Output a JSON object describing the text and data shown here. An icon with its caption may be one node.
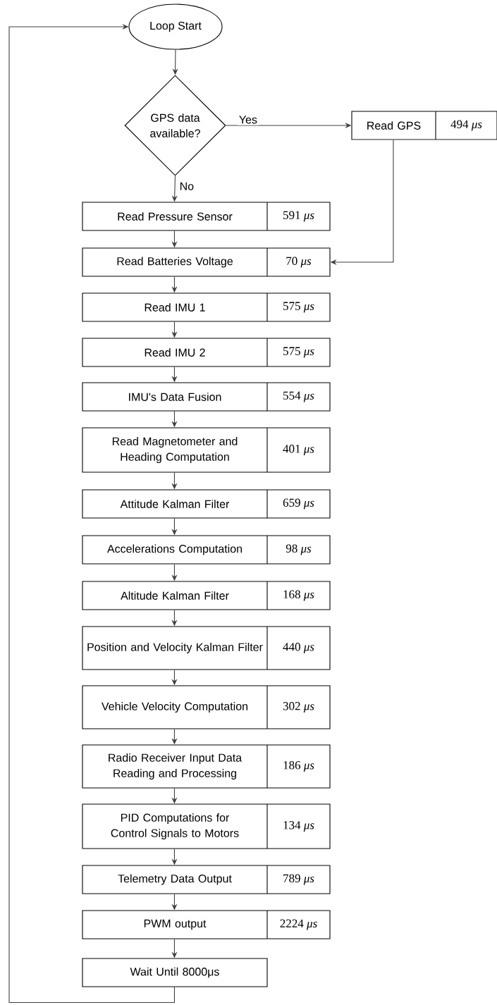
{
  "diagram": {
    "nodes": [
      {
        "text": [
          "Loop Start"
        ]
      },
      {
        "text": [
          "GPS data available?"
        ]
      },
      {
        "text": [
          "Read GPS",
          "494 *μs*"
        ]
      },
      {
        "text": [
          "Read Pressure Sensor",
          "591 *μs*"
        ]
      },
      {
        "text": [
          "Read Batteries Voltage",
          "70 *μs*"
        ]
      },
      {
        "text": [
          "Read IMU 1",
          "575 *μs*"
        ]
      },
      {
        "text": [
          "Read IMU 2",
          "575 *μs*"
        ]
      },
      {
        "text": [
          "IMU's Data Fusion",
          "554 *μs*"
        ]
      },
      {
        "text": [
          "Read Magnetometer and Heading Computation",
          "401 *μs*"
        ]
      },
      {
        "text": [
          "Attitude Kalman Filter",
          "659 *μs*"
        ]
      },
      {
        "text": [
          "Accelerations Computation",
          "98 *μs*"
        ]
      },
      {
        "text": [
          "Altitude Kalman Filter",
          "168 *μs*"
        ]
      },
      {
        "text": [
          "Position and Velocity Kalman Filter",
          "440 *μs*"
        ]
      },
      {
        "text": [
          "Vehicle Velocity Computation",
          "302 *μs*"
        ]
      },
      {
        "text": [
          "Radio Receiver Input Data Reading and Processing",
          "186 *μs*"
        ]
      },
      {
        "text": [
          "PID Computations for Control Signals to Motors",
          "134 *μs*"
        ]
      },
      {
        "text": [
          "Telemetry Data Output",
          "789 *μs*"
        ]
      },
      {
        "text": [
          "PWM output",
          "2224 *μs*"
        ]
      },
      {
        "text": [
          "Wait Until 8000μs"
        ]
      }
    ],
    "edges": [
      {
        "from": 0,
        "to": 1,
        "arrow": "to"
      },
      {
        "from": 1,
        "to": 2,
        "arrow": "to",
        "label": "Yes"
      },
      {
        "from": 1,
        "to": 3,
        "arrow": "to",
        "label": "No"
      },
      {
        "from": 2,
        "to": 4,
        "arrow": "to"
      },
      {
        "from": 3,
        "to": 4,
        "arrow": "to"
      },
      {
        "from": 4,
        "to": 5,
        "arrow": "to"
      },
      {
        "from": 5,
        "to": 6,
        "arrow": "to"
      },
      {
        "from": 6,
        "to": 7,
        "arrow": "to"
      },
      {
        "from": 7,
        "to": 8,
        "arrow": "to"
      },
      {
        "from": 8,
        "to": 9,
        "arrow": "to"
      },
      {
        "from": 9,
        "to": 10,
        "arrow": "to"
      },
      {
        "from": 10,
        "to": 11,
        "arrow": "to"
      },
      {
        "from": 11,
        "to": 12,
        "arrow": "to"
      },
      {
        "from": 12,
        "to": 13,
        "arrow": "to"
      },
      {
        "from": 13,
        "to": 14,
        "arrow": "to"
      },
      {
        "from": 14,
        "to": 15,
        "arrow": "to"
      },
      {
        "from": 15,
        "to": 16,
        "arrow": "to"
      },
      {
        "from": 16,
        "to": 17,
        "arrow": "to"
      },
      {
        "from": 17,
        "to": 18,
        "arrow": "to"
      },
      {
        "from": 18,
        "to": 0,
        "arrow": "to"
      }
    ]
  }
}
